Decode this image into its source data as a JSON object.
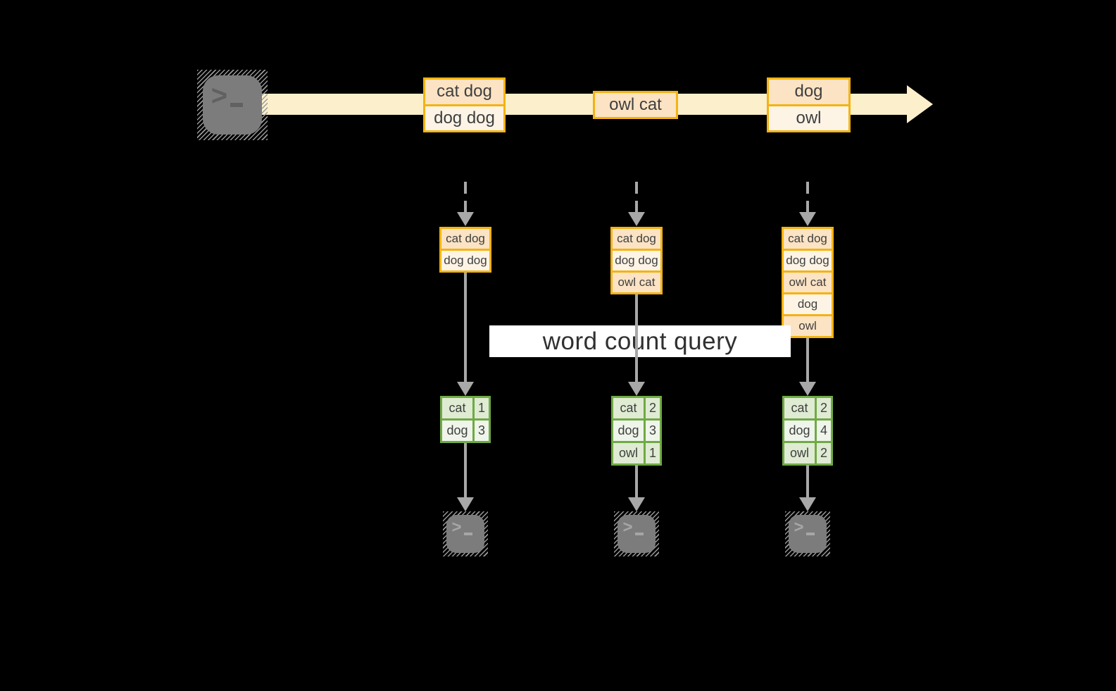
{
  "colors": {
    "amber_border": "#F3B312",
    "peach": "#FBE3C4",
    "peach_light": "#FDF4E6",
    "stream_band": "#FBF0CB",
    "green_border": "#6FAA45",
    "green": "#DFEBD3",
    "green_light": "#EFF5EA",
    "arrow_gray": "#A8A8A8",
    "icon_gray": "#7C7C7C",
    "banner_bg": "#FFFFFF",
    "text_dark": "#3F3F3F"
  },
  "banner": {
    "label": "word count query"
  },
  "icons": {
    "source": "terminal-icon",
    "sinks": [
      "terminal-icon",
      "terminal-icon",
      "terminal-icon"
    ]
  },
  "stream_events": [
    {
      "cells": [
        "cat dog",
        "dog dog"
      ]
    },
    {
      "cells": [
        "owl cat"
      ]
    },
    {
      "cells": [
        "dog",
        "owl"
      ]
    }
  ],
  "columns": [
    {
      "buffer": [
        "cat dog",
        "dog dog"
      ],
      "counts": [
        {
          "word": "cat",
          "count": "1"
        },
        {
          "word": "dog",
          "count": "3"
        }
      ]
    },
    {
      "buffer": [
        "cat dog",
        "dog dog",
        "owl cat"
      ],
      "counts": [
        {
          "word": "cat",
          "count": "2"
        },
        {
          "word": "dog",
          "count": "3"
        },
        {
          "word": "owl",
          "count": "1"
        }
      ]
    },
    {
      "buffer": [
        "cat dog",
        "dog dog",
        "owl cat",
        "dog",
        "owl"
      ],
      "counts": [
        {
          "word": "cat",
          "count": "2"
        },
        {
          "word": "dog",
          "count": "4"
        },
        {
          "word": "owl",
          "count": "2"
        }
      ]
    }
  ]
}
